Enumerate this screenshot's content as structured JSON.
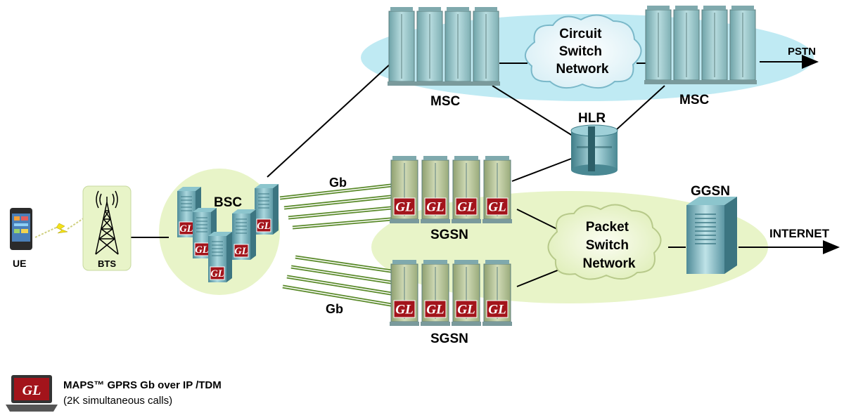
{
  "labels": {
    "ue": "UE",
    "bts": "BTS",
    "bsc": "BSC",
    "msc_left": "MSC",
    "msc_right": "MSC",
    "hlr": "HLR",
    "circuit_cloud": [
      "Circuit",
      "Switch",
      "Network"
    ],
    "packet_cloud": [
      "Packet",
      "Switch",
      "Network"
    ],
    "pstn": "PSTN",
    "internet": "INTERNET",
    "ggsn": "GGSN",
    "sgsn_top": "SGSN",
    "sgsn_bottom": "SGSN",
    "gb_top": "Gb",
    "gb_bottom": "Gb",
    "gl_badge": "GL"
  },
  "legend": {
    "title": "MAPS™ GPRS Gb over IP /TDM",
    "subtitle": "(2K simultaneous calls)",
    "logo": "GL"
  },
  "colors": {
    "ellipse_circuit": "#bfeaf3",
    "ellipse_packet": "#e8f4c8",
    "ellipse_bsc": "#e8f4c8",
    "msc_server": "#9ec9cc",
    "sgsn_server": "#b9c79a",
    "gl_red": "#a3141b",
    "link_green": "#5a8a2a"
  },
  "icons": [
    "phone-icon",
    "bts-tower-icon",
    "server-icon",
    "cloud-icon",
    "database-icon",
    "laptop-icon",
    "arrow-right-icon"
  ]
}
